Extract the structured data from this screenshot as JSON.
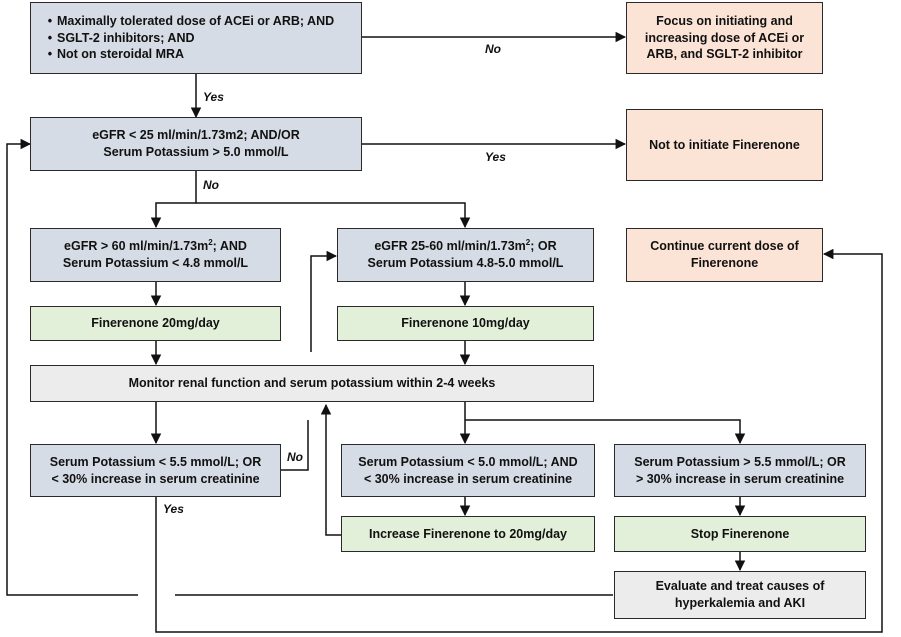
{
  "criteria_box": {
    "items": [
      "Maximally tolerated dose of ACEi or ARB; AND",
      "SGLT-2 inhibitors; AND",
      "Not on steroidal MRA"
    ]
  },
  "focus_box": {
    "lines": [
      "Focus on initiating and",
      "increasing dose of ACEi or",
      "ARB, and SGLT-2 inhibitor"
    ]
  },
  "egfr_check_box": {
    "lines": [
      "eGFR < 25 ml/min/1.73m2; AND/OR",
      "Serum Potassium > 5.0 mmol/L"
    ]
  },
  "not_initiate_box": {
    "text": "Not to initiate Finerenone"
  },
  "high_egfr_box": {
    "line1_pre": "eGFR > 60 ml/min/1.73m",
    "line1_sup": "2",
    "line1_post": "; AND",
    "line2": "Serum Potassium < 4.8 mmol/L"
  },
  "mid_egfr_box": {
    "line1_pre": "eGFR 25-60 ml/min/1.73m",
    "line1_sup": "2",
    "line1_post": "; OR",
    "line2": "Serum Potassium 4.8-5.0 mmol/L"
  },
  "continue_box": {
    "lines": [
      "Continue current dose of",
      "Finerenone"
    ]
  },
  "dose_20_box": {
    "text": "Finerenone 20mg/day"
  },
  "dose_10_box": {
    "text": "Finerenone 10mg/day"
  },
  "monitor_box": {
    "text": "Monitor renal function and serum potassium within 2-4 weeks"
  },
  "k55_box": {
    "lines": [
      "Serum Potassium < 5.5 mmol/L; OR",
      "< 30% increase in serum creatinine"
    ]
  },
  "k50_box": {
    "lines": [
      "Serum Potassium < 5.0 mmol/L; AND",
      "< 30% increase in serum creatinine"
    ]
  },
  "kgt55_box": {
    "lines": [
      "Serum Potassium > 5.5 mmol/L; OR",
      "> 30% increase in serum creatinine"
    ]
  },
  "increase_box": {
    "text": "Increase Finerenone to 20mg/day"
  },
  "stop_box": {
    "text": "Stop Finerenone"
  },
  "evaluate_box": {
    "lines": [
      "Evaluate and treat causes of",
      "hyperkalemia and AKI"
    ]
  },
  "labels": {
    "no": "No",
    "yes": "Yes"
  },
  "colors": {
    "blue_box": "#d6dce5",
    "peach_box": "#fbe3d6",
    "green_box": "#e2efd9",
    "grey_box": "#ececec",
    "line": "#111111"
  }
}
